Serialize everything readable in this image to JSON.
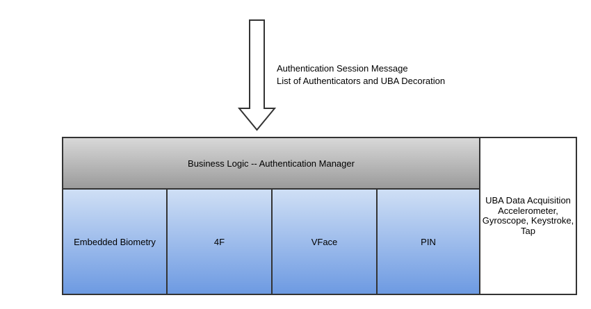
{
  "annotation": {
    "line1": "Authentication Session Message",
    "line2": "List of Authenticators and UBA Decoration"
  },
  "diagram": {
    "header": {
      "label": "Business Logic -- Authentication Manager"
    },
    "authenticators": [
      {
        "label": "Embedded Biometry"
      },
      {
        "label": "4F"
      },
      {
        "label": "VFace"
      },
      {
        "label": "PIN"
      }
    ],
    "side_panel": {
      "lines": [
        "UBA Data Acquisition",
        "Accelerometer,",
        "Gyroscope, Keystroke,",
        "Tap"
      ]
    }
  },
  "icons": {
    "down_arrow": "down-arrow"
  },
  "colors": {
    "border": "#333333",
    "header_gradient_top": "#d8d8d8",
    "header_gradient_bottom": "#9b9b9b",
    "authenticator_gradient_top": "#cfdff5",
    "authenticator_gradient_bottom": "#6d9ae2",
    "side_panel_background": "#ffffff",
    "page_background": "#ffffff",
    "text": "#000000"
  }
}
